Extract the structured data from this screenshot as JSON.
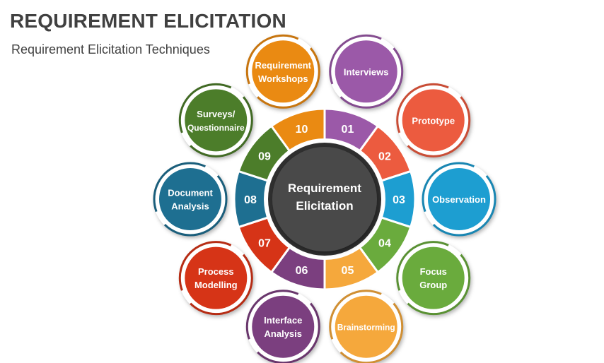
{
  "header": {
    "title": "REQUIREMENT ELICITATION",
    "subtitle": "Requirement Elicitation Techniques"
  },
  "center": {
    "lines": [
      "Requirement",
      "Elicitation"
    ],
    "color": "#4a4a4a"
  },
  "techniques": [
    {
      "number": "01",
      "lines": [
        "Interviews"
      ],
      "color": "#9b59a8"
    },
    {
      "number": "02",
      "lines": [
        "Prototype"
      ],
      "color": "#ec5b3f"
    },
    {
      "number": "03",
      "lines": [
        "Observation"
      ],
      "color": "#1d9ed1"
    },
    {
      "number": "04",
      "lines": [
        "Focus",
        "Group"
      ],
      "color": "#6aab3d"
    },
    {
      "number": "05",
      "lines": [
        "Brainstorming"
      ],
      "color": "#f5a83c"
    },
    {
      "number": "06",
      "lines": [
        "Interface",
        "Analysis"
      ],
      "color": "#7b3f7f"
    },
    {
      "number": "07",
      "lines": [
        "Process",
        "Modelling"
      ],
      "color": "#d63417"
    },
    {
      "number": "08",
      "lines": [
        "Document",
        "Analysis"
      ],
      "color": "#1e6f91"
    },
    {
      "number": "09",
      "lines": [
        "Surveys/",
        "Questionnaire"
      ],
      "color": "#4c7d2a"
    },
    {
      "number": "10",
      "lines": [
        "Requirement",
        "Workshops"
      ],
      "color": "#ea8a12"
    }
  ]
}
